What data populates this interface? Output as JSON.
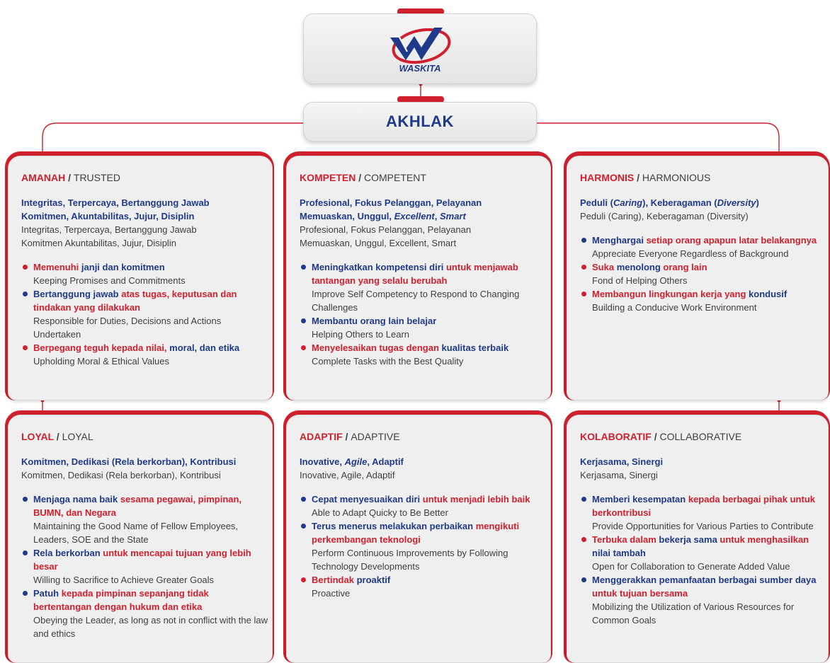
{
  "logo": {
    "text": "WASKITA"
  },
  "root": {
    "label": "AKHLAK"
  },
  "cards": [
    {
      "title_id": "AMANAH",
      "sep": " / ",
      "title_en": "TRUSTED",
      "sub_id_1": "Integritas, Terpercaya, Bertanggung Jawab",
      "sub_id_2": "Komitmen, Akuntabilitas, Jujur, Disiplin",
      "sub_en_1": "Integritas, Terpercaya, Bertanggung Jawab",
      "sub_en_2": "Komitmen Akuntabilitas, Jujur, Disiplin",
      "points": [
        {
          "a": "Memenuhi",
          "b": " janji dan komitmen",
          "en": "Keeping Promises and Commitments"
        },
        {
          "a": "Bertanggung jawab",
          "b": " atas tugas, keputusan dan tindakan yang dilakukan",
          "en": "Responsible for Duties, Decisions and Actions Undertaken"
        },
        {
          "a": "Berpegang teguh kepada nilai,",
          "b": " moral, dan etika",
          "en": "Upholding Moral & Ethical Values"
        }
      ]
    },
    {
      "title_id": "KOMPETEN",
      "sep": " / ",
      "title_en": "COMPETENT",
      "sub_id_1": "Profesional, Fokus Pelanggan, Pelayanan",
      "sub_id_2a": "Memuaskan, Unggul, ",
      "sub_id_2b": "Excellent",
      "sub_id_2c": ", ",
      "sub_id_2d": "Smart",
      "sub_en_1": "Profesional, Fokus Pelanggan, Pelayanan",
      "sub_en_2": "Memuaskan, Unggul, Excellent, Smart",
      "points": [
        {
          "a": "Meningkatkan kompetensi diri",
          "b": " untuk menjawab tantangan yang selalu berubah",
          "en": "Improve Self Competency to Respond to Changing Challenges"
        },
        {
          "a": "Membantu orang lain belajar",
          "b": "",
          "en": "Helping Others to Learn"
        },
        {
          "a": "Menyelesaikan tugas dengan",
          "b": " kualitas terbaik",
          "en": "Complete Tasks with the Best Quality"
        }
      ]
    },
    {
      "title_id": "HARMONIS",
      "sep": " / ",
      "title_en": "HARMONIOUS",
      "sub_id_1a": "Peduli (",
      "sub_id_1b": "Caring",
      "sub_id_1c": "), Keberagaman (",
      "sub_id_1d": "Diversity",
      "sub_id_1e": ")",
      "sub_en_1": "Peduli (Caring), Keberagaman (Diversity)",
      "points": [
        {
          "a": "Menghargai",
          "b": " setiap orang apapun latar belakangnya",
          "en": "Appreciate Everyone Regardless of Background"
        },
        {
          "a": "Suka",
          "b": " menolong",
          "c": " orang lain",
          "en": "Fond of Helping Others"
        },
        {
          "a": "Membangun lingkungan kerja yang",
          "b": " kondusif",
          "en": "Building a Conducive Work Environment"
        }
      ]
    },
    {
      "title_id": "LOYAL",
      "sep": " / ",
      "title_en": "LOYAL",
      "sub_id_1": "Komitmen, Dedikasi (Rela berkorban), Kontribusi",
      "sub_en_1": "Komitmen, Dedikasi (Rela berkorban), Kontribusi",
      "points": [
        {
          "a": "Menjaga nama baik",
          "b": " sesama pegawai, pimpinan, BUMN,",
          "c": " dan Negara",
          "en": "Maintaining the Good Name of Fellow Employees, Leaders, SOE and the State"
        },
        {
          "a": "Rela berkorban",
          "b": " untuk mencapai tujuan yang lebih besar",
          "en": "Willing to Sacrifice to Achieve Greater Goals"
        },
        {
          "a": "Patuh",
          "b": " kepada pimpinan sepanjang tidak bertentangan dengan hukum dan etika",
          "en": "Obeying the Leader, as long as not in conflict with the law and ethics"
        }
      ]
    },
    {
      "title_id": "ADAPTIF",
      "sep": " / ",
      "title_en": "ADAPTIVE",
      "sub_id_1a": "Inovative, ",
      "sub_id_1b": "Agile",
      "sub_id_1c": ", Adaptif",
      "sub_en_1": "Inovative, Agile, Adaptif",
      "points": [
        {
          "a": "Cepat menyesuaikan diri",
          "b": " untuk menjadi lebih baik",
          "en": "Able to Adapt Quicky to Be Better"
        },
        {
          "a": "Terus menerus melakukan perbaikan",
          "b": " mengikuti perkembangan teknologi",
          "en": "Perform Continuous Improvements by Following Technology Developments"
        },
        {
          "a": "Bertindak",
          "b": " proaktif",
          "en": "Proactive"
        }
      ]
    },
    {
      "title_id": "KOLABORATIF",
      "sep": " / ",
      "title_en": "COLLABORATIVE",
      "sub_id_1": "Kerjasama, Sinergi",
      "sub_en_1": "Kerjasama, Sinergi",
      "points": [
        {
          "a": "Memberi kesempatan",
          "b": " kepada berbagai pihak untuk berkontribusi",
          "en": "Provide Opportunities for Various Parties to Contribute"
        },
        {
          "a": "Terbuka dalam",
          "b": " bekerja sama",
          "c": " untuk menghasilkan",
          "d": " nilai tambah",
          "en": "Open for Collaboration to Generate Added Value"
        },
        {
          "a": "Menggerakkan pemanfaatan berbagai sumber daya",
          "b": " untuk tujuan bersama",
          "en": "Mobilizing the Utilization of Various Resources for Common Goals"
        }
      ]
    }
  ]
}
